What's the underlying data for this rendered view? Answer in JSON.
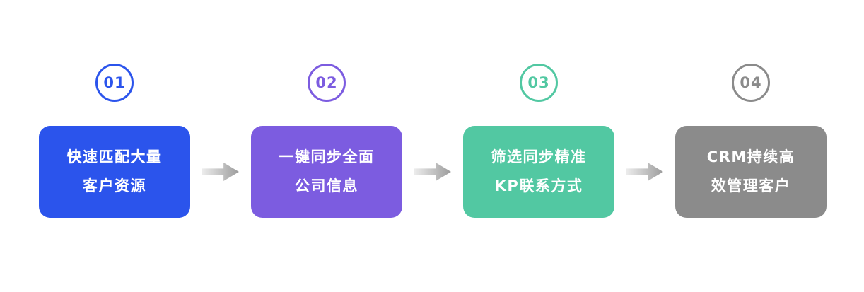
{
  "diagram": {
    "steps": [
      {
        "number": "01",
        "accent": "#2b54ec",
        "line1": "快速匹配大量",
        "line2": "客户资源"
      },
      {
        "number": "02",
        "accent": "#7c5ce0",
        "line1": "一键同步全面",
        "line2": "公司信息"
      },
      {
        "number": "03",
        "accent": "#52c8a2",
        "line1": "筛选同步精准",
        "line2": "KP联系方式"
      },
      {
        "number": "04",
        "accent": "#8b8b8b",
        "line1": "CRM持续高",
        "line2": "效管理客户"
      }
    ],
    "arrow": {
      "gradient_start": "#ececec",
      "gradient_end": "#9c9c9c"
    }
  }
}
